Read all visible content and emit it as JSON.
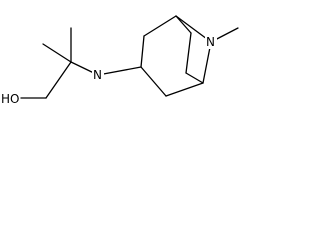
{
  "atoms": {
    "hydroxyl": "HO",
    "amine": "N",
    "bridge": "N"
  }
}
